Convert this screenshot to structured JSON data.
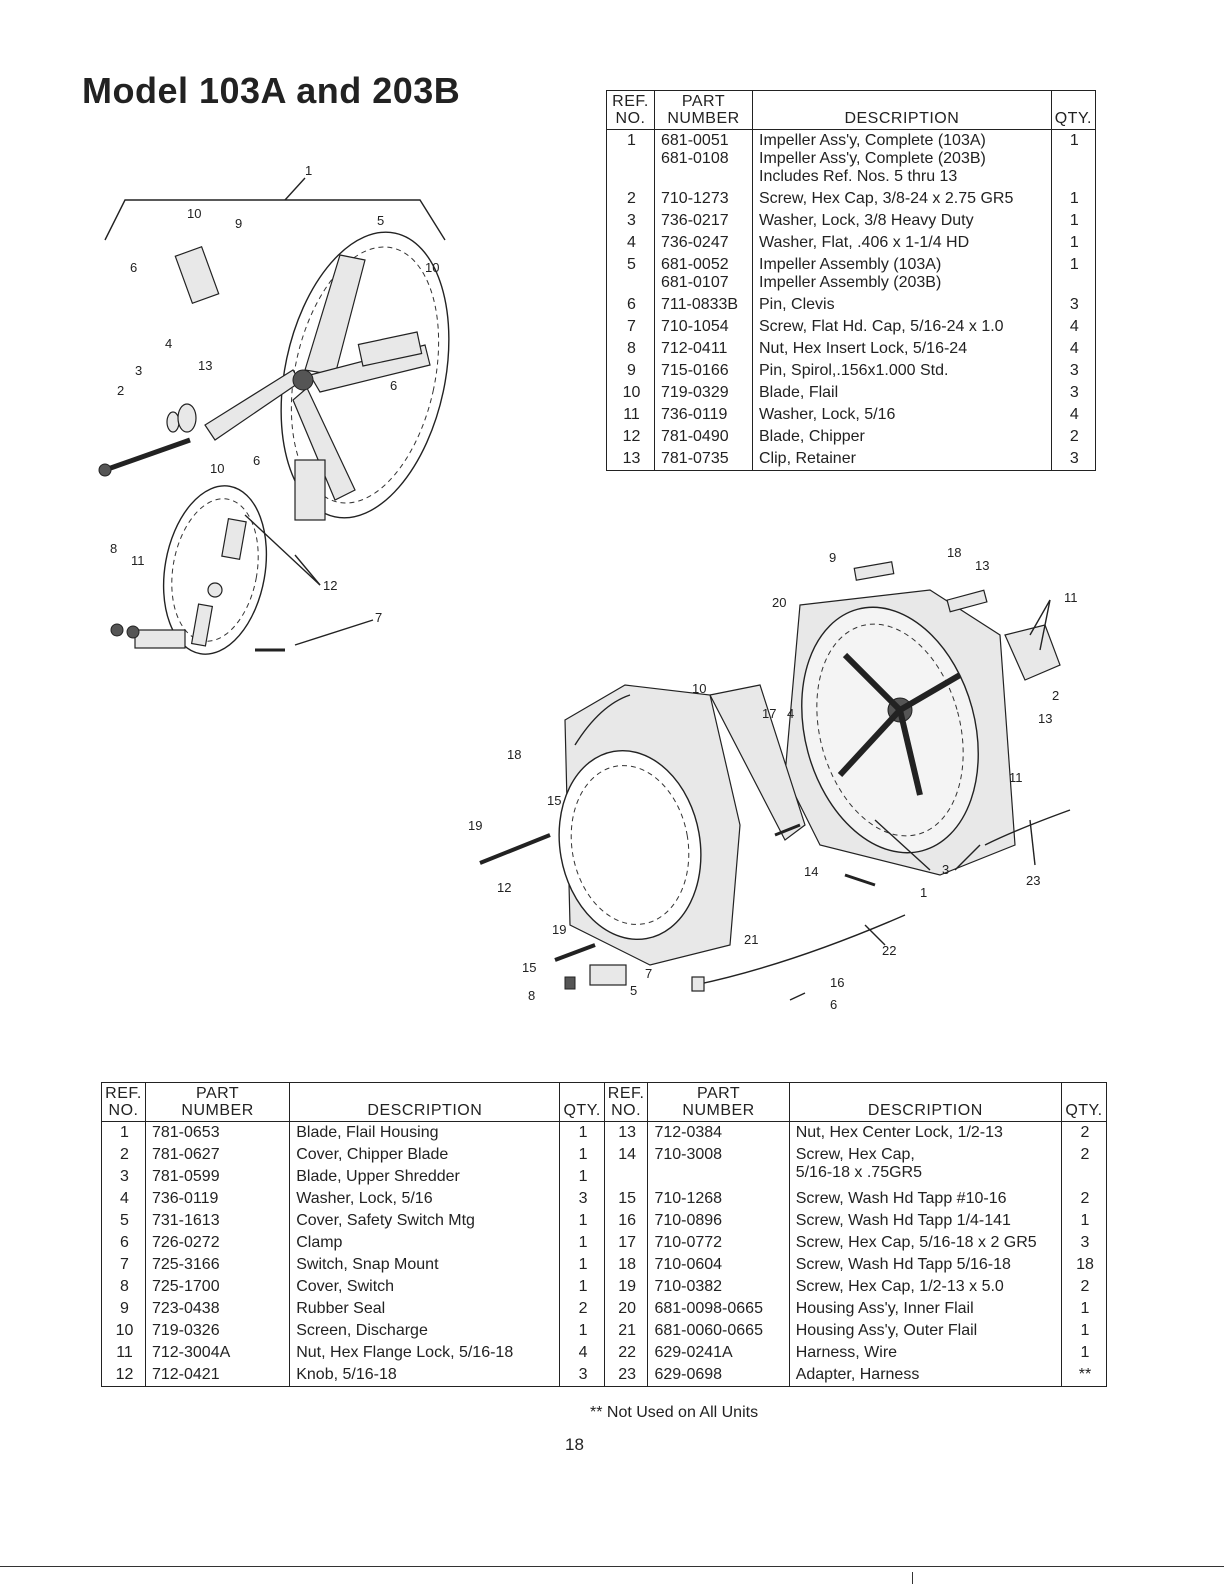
{
  "title": "Model 103A and 203B",
  "top_table": {
    "headers": {
      "ref": "REF.\nNO.",
      "part": "PART\nNUMBER",
      "desc": "DESCRIPTION",
      "qty": "QTY."
    },
    "rows": [
      {
        "ref": "1",
        "part": "681-0051\n681-0108",
        "desc": "Impeller Ass'y, Complete (103A)\nImpeller Ass'y, Complete (203B)\n    Includes Ref. Nos. 5 thru 13",
        "qty": "1"
      },
      {
        "ref": "2",
        "part": "710-1273",
        "desc": "Screw, Hex Cap, 3/8-24 x 2.75 GR5",
        "qty": "1"
      },
      {
        "ref": "3",
        "part": "736-0217",
        "desc": "Washer, Lock, 3/8 Heavy Duty",
        "qty": "1"
      },
      {
        "ref": "4",
        "part": "736-0247",
        "desc": "Washer, Flat, .406 x 1-1/4 HD",
        "qty": "1"
      },
      {
        "ref": "5",
        "part": "681-0052\n681-0107",
        "desc": "Impeller Assembly (103A)\nImpeller Assembly (203B)",
        "qty": "1"
      },
      {
        "ref": "6",
        "part": "711-0833B",
        "desc": "Pin, Clevis",
        "qty": "3"
      },
      {
        "ref": "7",
        "part": "710-1054",
        "desc": "Screw, Flat Hd. Cap, 5/16-24 x 1.0",
        "qty": "4"
      },
      {
        "ref": "8",
        "part": "712-0411",
        "desc": "Nut, Hex Insert Lock, 5/16-24",
        "qty": "4"
      },
      {
        "ref": "9",
        "part": "715-0166",
        "desc": "Pin, Spirol,.156x1.000 Std.",
        "qty": "3"
      },
      {
        "ref": "10",
        "part": "719-0329",
        "desc": "Blade, Flail",
        "qty": "3"
      },
      {
        "ref": "11",
        "part": "736-0119",
        "desc": "Washer, Lock, 5/16",
        "qty": "4"
      },
      {
        "ref": "12",
        "part": "781-0490",
        "desc": "Blade, Chipper",
        "qty": "2"
      },
      {
        "ref": "13",
        "part": "781-0735",
        "desc": "Clip, Retainer",
        "qty": "3"
      }
    ]
  },
  "bottom_table": {
    "headers": {
      "ref": "REF.\nNO.",
      "part": "PART\nNUMBER",
      "desc": "DESCRIPTION",
      "qty": "QTY."
    },
    "rows": [
      {
        "ref": "1",
        "part": "781-0653",
        "desc": "Blade, Flail Housing",
        "qty": "1",
        "ref2": "13",
        "part2": "712-0384",
        "desc2": "Nut, Hex Center Lock, 1/2-13",
        "qty2": "2"
      },
      {
        "ref": "2",
        "part": "781-0627",
        "desc": "Cover, Chipper Blade",
        "qty": "1",
        "ref2": "14",
        "part2": "710-3008",
        "desc2": "Screw, Hex Cap,\n5/16-18 x .75GR5",
        "qty2": "2"
      },
      {
        "ref": "3",
        "part": "781-0599",
        "desc": "Blade, Upper Shredder",
        "qty": "1",
        "ref2": "",
        "part2": "",
        "desc2": "",
        "qty2": ""
      },
      {
        "ref": "4",
        "part": "736-0119",
        "desc": "Washer, Lock, 5/16",
        "qty": "3",
        "ref2": "15",
        "part2": "710-1268",
        "desc2": "Screw, Wash Hd Tapp #10-16",
        "qty2": "2"
      },
      {
        "ref": "5",
        "part": "731-1613",
        "desc": "Cover, Safety Switch Mtg",
        "qty": "1",
        "ref2": "16",
        "part2": "710-0896",
        "desc2": "Screw, Wash Hd Tapp 1/4-141",
        "qty2": "1"
      },
      {
        "ref": "6",
        "part": "726-0272",
        "desc": "Clamp",
        "qty": "1",
        "ref2": "17",
        "part2": "710-0772",
        "desc2": "Screw, Hex Cap, 5/16-18 x 2 GR5",
        "qty2": "3"
      },
      {
        "ref": "7",
        "part": "725-3166",
        "desc": "Switch, Snap Mount",
        "qty": "1",
        "ref2": "18",
        "part2": "710-0604",
        "desc2": "Screw, Wash Hd Tapp 5/16-18",
        "qty2": "18"
      },
      {
        "ref": "8",
        "part": "725-1700",
        "desc": "Cover, Switch",
        "qty": "1",
        "ref2": "19",
        "part2": "710-0382",
        "desc2": "Screw, Hex Cap, 1/2-13 x 5.0",
        "qty2": "2"
      },
      {
        "ref": "9",
        "part": "723-0438",
        "desc": "Rubber Seal",
        "qty": "2",
        "ref2": "20",
        "part2": "681-0098-0665",
        "desc2": "Housing Ass'y, Inner Flail",
        "qty2": "1"
      },
      {
        "ref": "10",
        "part": "719-0326",
        "desc": "Screen, Discharge",
        "qty": "1",
        "ref2": "21",
        "part2": "681-0060-0665",
        "desc2": "Housing Ass'y, Outer Flail",
        "qty2": "1"
      },
      {
        "ref": "11",
        "part": "712-3004A",
        "desc": "Nut, Hex Flange Lock, 5/16-18",
        "qty": "4",
        "ref2": "22",
        "part2": "629-0241A",
        "desc2": "Harness, Wire",
        "qty2": "1"
      },
      {
        "ref": "12",
        "part": "712-0421",
        "desc": "Knob, 5/16-18",
        "qty": "3",
        "ref2": "23",
        "part2": "629-0698",
        "desc2": "Adapter, Harness",
        "qty2": "**"
      }
    ]
  },
  "footnote": "** Not Used on All Units",
  "page_number": "18",
  "diagram_impeller": {
    "callouts": [
      "1",
      "10",
      "9",
      "5",
      "6",
      "10",
      "4",
      "13",
      "3",
      "2",
      "6",
      "10",
      "6",
      "8",
      "11",
      "12",
      "7"
    ]
  },
  "diagram_housing": {
    "callouts": [
      "9",
      "18",
      "13",
      "20",
      "11",
      "2",
      "10",
      "17",
      "4",
      "13",
      "18",
      "11",
      "15",
      "19",
      "12",
      "14",
      "3",
      "23",
      "1",
      "19",
      "21",
      "22",
      "15",
      "7",
      "8",
      "5",
      "16",
      "6"
    ]
  }
}
